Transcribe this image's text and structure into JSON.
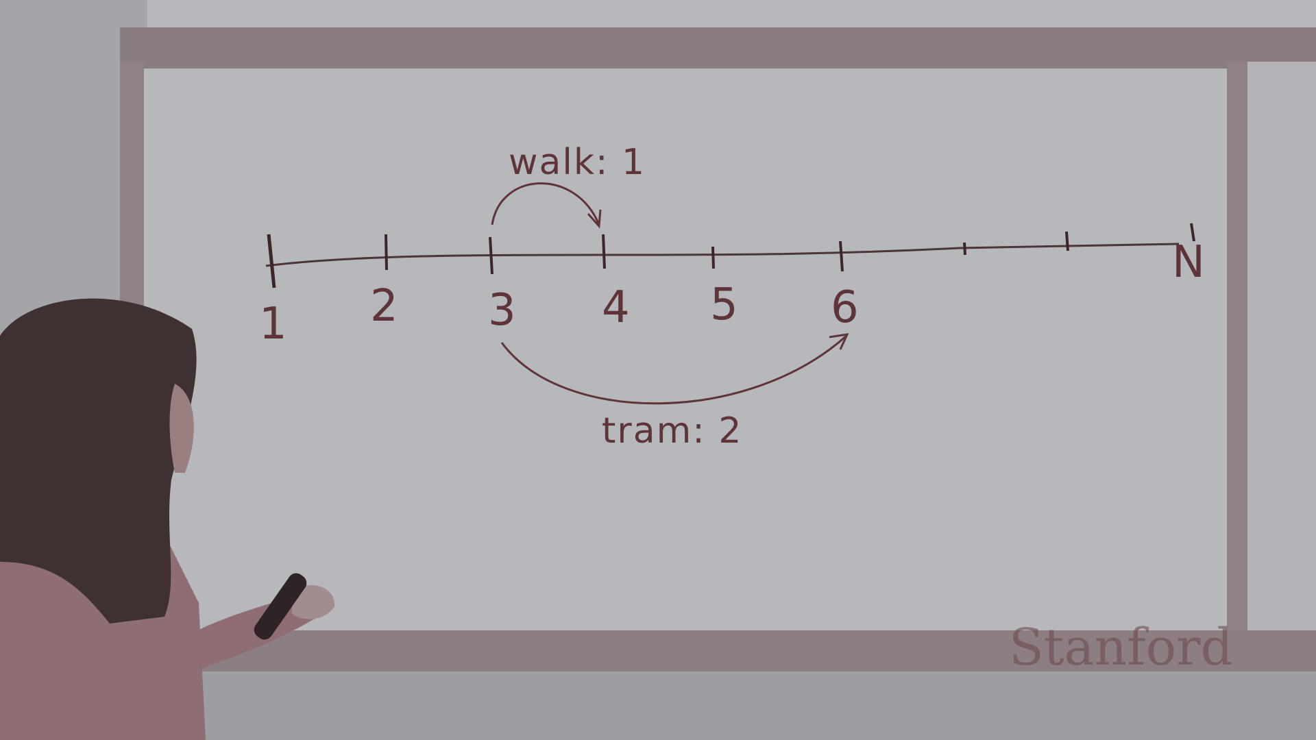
{
  "board": {
    "walk_label": "walk: 1",
    "tram_label": "tram: 2",
    "endpoint_label": "N",
    "numbers": [
      "1",
      "2",
      "3",
      "4",
      "5",
      "6"
    ]
  },
  "logo": "Stanford",
  "colors": {
    "ink": "#5e3438",
    "marker_ink": "#3c2628",
    "board": "#b6b8bb",
    "wall": "#a4a5a8",
    "frame": "#8d7f82",
    "sweater": "#8e6e72",
    "hair": "#3f3132"
  }
}
